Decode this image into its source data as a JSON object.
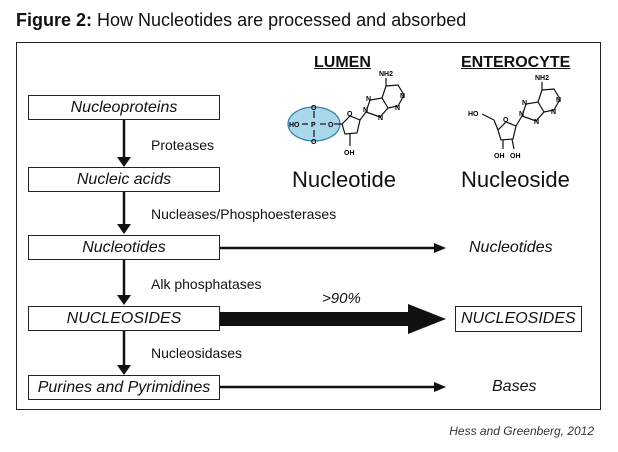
{
  "figure": {
    "label": "Figure 2:",
    "title": "How Nucleotides are processed and absorbed",
    "credit": "Hess and Greenberg, 2012"
  },
  "columns": {
    "lumen": "LUMEN",
    "enterocyte": "ENTEROCYTE"
  },
  "molecules": {
    "nucleotide": {
      "name": "Nucleotide",
      "labels": {
        "nh2": "NH2",
        "ho": "HO",
        "p": "P",
        "o1": "O",
        "o2": "O",
        "o3": "O",
        "ring_o": "O",
        "n1": "N",
        "n2": "N",
        "n3": "N",
        "n4": "N",
        "n5": "N",
        "oh": "OH"
      },
      "phosphate_color": "#a9d8ea"
    },
    "nucleoside": {
      "name": "Nucleoside",
      "labels": {
        "nh2": "NH2",
        "ho": "HO",
        "ring_o": "O",
        "n1": "N",
        "n2": "N",
        "n3": "N",
        "n4": "N",
        "n5": "N",
        "oh1": "OH",
        "oh2": "OH"
      }
    }
  },
  "stages": [
    {
      "label": "Nucleoproteins"
    },
    {
      "label": "Nucleic acids"
    },
    {
      "label": "Nucleotides"
    },
    {
      "label": "NUCLEOSIDES"
    },
    {
      "label": "Purines and Pyrimidines"
    }
  ],
  "enzymes": [
    {
      "label": "Proteases"
    },
    {
      "label": "Nucleases/Phosphoesterases"
    },
    {
      "label": "Alk phosphatases"
    },
    {
      "label": "Nucleosidases"
    }
  ],
  "absorption": [
    {
      "from": "Nucleotides",
      "to": "Nucleotides",
      "boxed": false
    },
    {
      "from": "NUCLEOSIDES",
      "to": "NUCLEOSIDES",
      "boxed": true,
      "percent": ">90%"
    },
    {
      "from": "Purines and Pyrimidines",
      "to": "Bases",
      "boxed": false
    }
  ]
}
